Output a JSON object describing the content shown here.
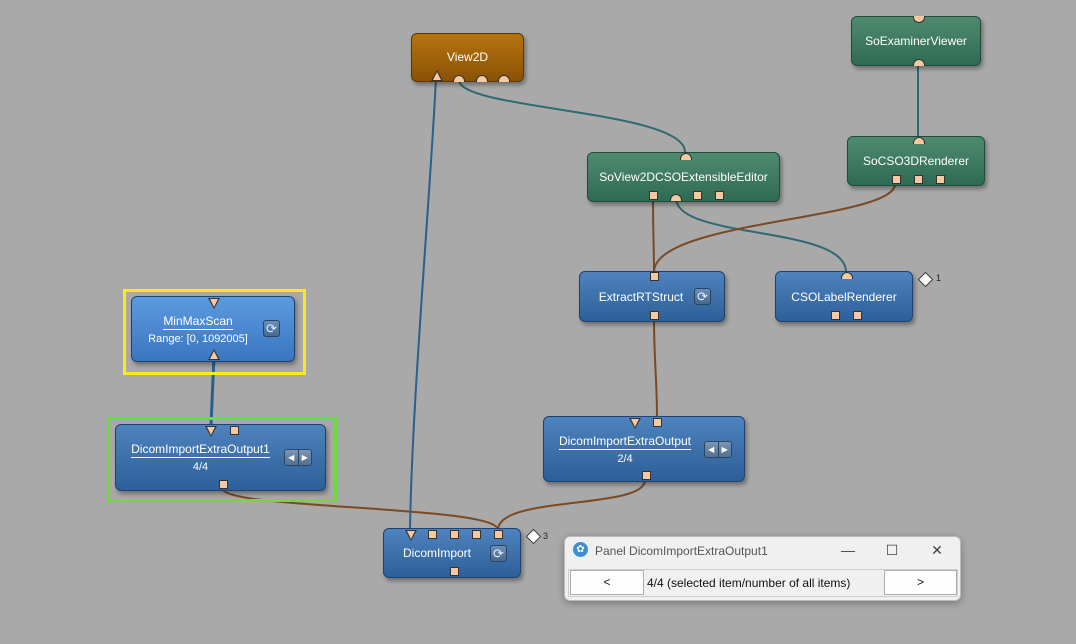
{
  "colors": {
    "background": "#a9a9a9",
    "module_blue": "#3a6ea8",
    "module_green": "#3e7b61",
    "module_orange": "#a06210",
    "wire_blue": "#2c5f8f",
    "wire_teal": "#2f6a72",
    "wire_brown": "#7a4a22",
    "highlight_yellow": "#ffe81a",
    "highlight_green": "#6cdc3a"
  },
  "modules": {
    "view2d": {
      "label": "View2D"
    },
    "so_examiner_viewer": {
      "label": "SoExaminerViewer"
    },
    "so_view2d_cso_editor": {
      "label": "SoView2DCSOExtensibleEditor"
    },
    "so_cso3d_renderer": {
      "label": "SoCSO3DRenderer"
    },
    "extract_rt_struct": {
      "label": "ExtractRTStruct",
      "icon": "refresh-icon"
    },
    "cso_label_renderer": {
      "label": "CSOLabelRenderer",
      "info_count": "1"
    },
    "min_max_scan": {
      "label": "MinMaxScan",
      "sublabel": "Range: [0, 1092005]",
      "icon": "refresh-icon"
    },
    "dicom_import_extra_output1": {
      "label": "DicomImportExtraOutput1",
      "sublabel": "4/4",
      "icon": "stepper-icon"
    },
    "dicom_import_extra_output": {
      "label": "DicomImportExtraOutput",
      "sublabel": "2/4",
      "icon": "stepper-icon"
    },
    "dicom_import": {
      "label": "DicomImport",
      "info_count": "3",
      "icon": "refresh-icon"
    }
  },
  "panel": {
    "title": "Panel DicomImportExtraOutput1",
    "minimize_glyph": "—",
    "maximize_glyph": "☐",
    "close_glyph": "✕",
    "prev_label": "<",
    "next_label": ">",
    "status_text": "4/4  (selected item/number of all items)"
  }
}
